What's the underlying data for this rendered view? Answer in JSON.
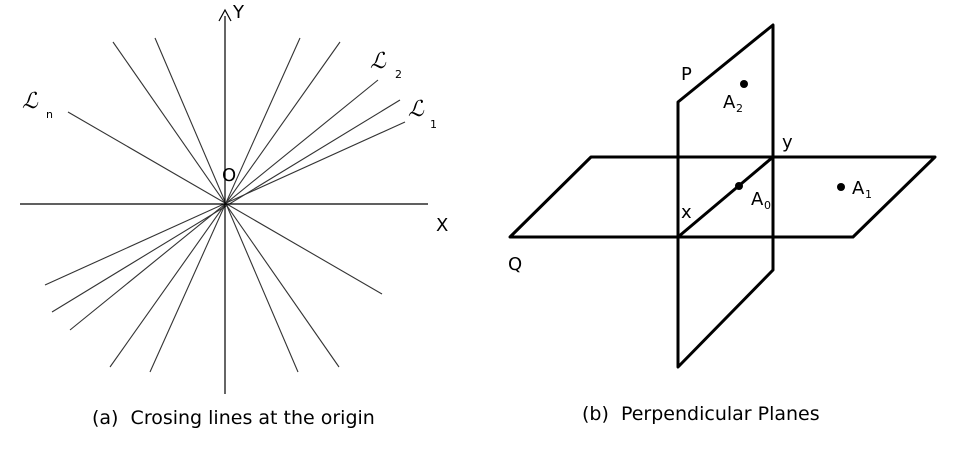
{
  "panel_a": {
    "y_axis_label": "Y",
    "x_axis_label": "X",
    "origin_label": "O",
    "lines": [
      {
        "symbol": "ℒ",
        "subscript": "2"
      },
      {
        "symbol": "ℒ",
        "subscript": "1"
      },
      {
        "symbol": "ℒ",
        "subscript": "n"
      }
    ],
    "caption": "(a)  Crosing lines at the origin"
  },
  "panel_b": {
    "plane_p_label": "P",
    "plane_q_label": "Q",
    "intersection_x_label": "x",
    "intersection_y_label": "y",
    "points": [
      {
        "label": "A",
        "subscript": "2"
      },
      {
        "label": "A",
        "subscript": "0"
      },
      {
        "label": "A",
        "subscript": "1"
      }
    ],
    "caption": "(b)  Perpendicular Planes"
  }
}
